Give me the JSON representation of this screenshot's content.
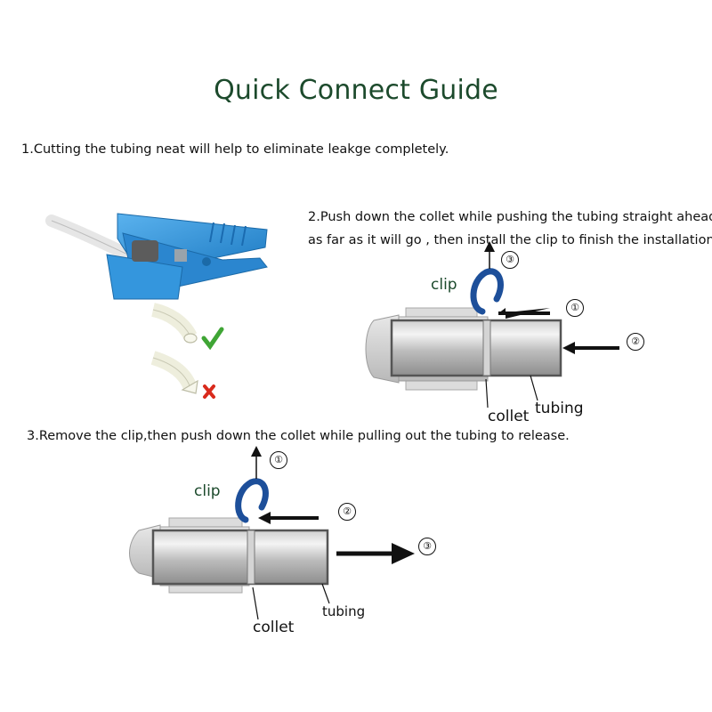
{
  "title": "Quick Connect Guide",
  "steps": [
    "1.Cutting the tubing neat will help to eliminate leakge completely.",
    "2.Push down the collet while pushing the tubing straight ahead",
    "as far as it will go , then install the clip to finish the installation.",
    "3.Remove the clip,then push down the collet while pulling out the tubing to release."
  ],
  "diagram2": {
    "clip": "clip",
    "collet": "collet",
    "tubing": "tubing",
    "markers": [
      "③",
      "①",
      "②"
    ]
  },
  "diagram3": {
    "clip": "clip",
    "collet": "collet",
    "tubing": "tubing",
    "markers": [
      "①",
      "②",
      "③"
    ]
  },
  "colors": {
    "title": "#1c4a2c",
    "cutter_blue": "#2e8fd8",
    "clip_blue": "#1d4f9a",
    "check_green": "#3fa535",
    "cross_red": "#d92a1c"
  },
  "icons": [
    "check-icon",
    "cross-icon",
    "tube-cutter-icon"
  ]
}
